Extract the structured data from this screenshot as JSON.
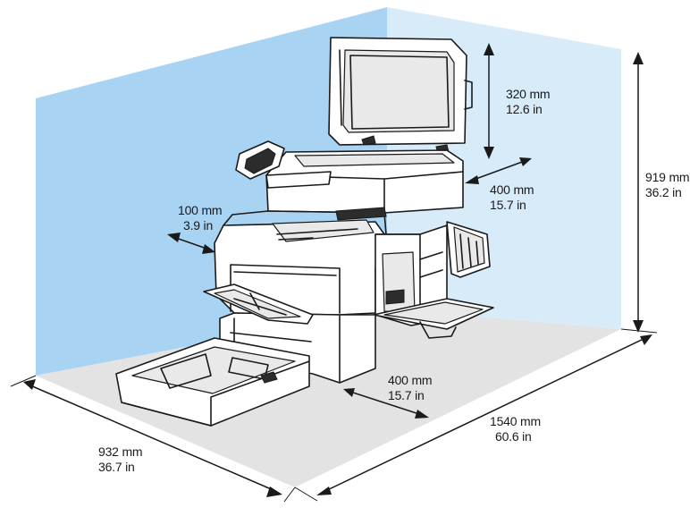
{
  "colors": {
    "left_wall": "#a9d3f3",
    "back_wall": "#d8ebf9",
    "floor": "#e3e3e3",
    "line": "#1a1a1a"
  },
  "dimensions": {
    "lid_clearance": {
      "metric": "320 mm",
      "imperial": "12.6 in"
    },
    "rear_clearance": {
      "metric": "400 mm",
      "imperial": "15.7 in"
    },
    "height": {
      "metric": "919 mm",
      "imperial": "36.2 in"
    },
    "left_clearance": {
      "metric": "100 mm",
      "imperial": "3.9 in"
    },
    "front_clearance": {
      "metric": "400 mm",
      "imperial": "15.7 in"
    },
    "width": {
      "metric": "1540 mm",
      "imperial": "60.6 in"
    },
    "depth": {
      "metric": "932 mm",
      "imperial": "36.7 in"
    }
  }
}
